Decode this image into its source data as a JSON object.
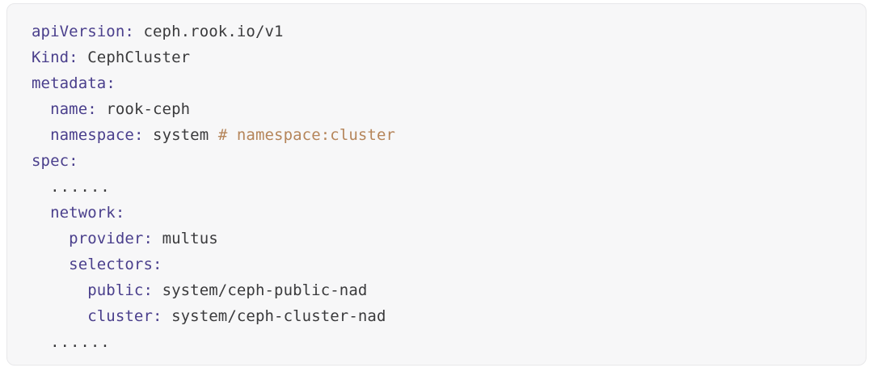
{
  "card": {
    "background_color": "#f7f7f8",
    "border_color": "#e8e8ea"
  },
  "theme": {
    "key_color": "#4a3f8c",
    "value_color": "#3a3a3c",
    "comment_color": "#b5855a"
  },
  "code": {
    "language": "yaml",
    "lines": [
      {
        "indent": "",
        "key": "apiVersion",
        "colon": ":",
        "space": " ",
        "value": "ceph.rook.io/v1",
        "comment": ""
      },
      {
        "indent": "",
        "key": "Kind",
        "colon": ":",
        "space": " ",
        "value": "CephCluster",
        "comment": ""
      },
      {
        "indent": "",
        "key": "metadata",
        "colon": ":",
        "space": "",
        "value": "",
        "comment": ""
      },
      {
        "indent": "  ",
        "key": "name",
        "colon": ":",
        "space": " ",
        "value": "rook-ceph",
        "comment": ""
      },
      {
        "indent": "  ",
        "key": "namespace",
        "colon": ":",
        "space": " ",
        "value": "system ",
        "comment": "# namespace:cluster"
      },
      {
        "indent": "",
        "key": "spec",
        "colon": ":",
        "space": "",
        "value": "",
        "comment": ""
      },
      {
        "indent": "  ",
        "key": "",
        "colon": "",
        "space": "",
        "value": "",
        "comment": "",
        "ellipsis": "......"
      },
      {
        "indent": "  ",
        "key": "network",
        "colon": ":",
        "space": "",
        "value": "",
        "comment": ""
      },
      {
        "indent": "    ",
        "key": "provider",
        "colon": ":",
        "space": " ",
        "value": "multus",
        "comment": ""
      },
      {
        "indent": "    ",
        "key": "selectors",
        "colon": ":",
        "space": "",
        "value": "",
        "comment": ""
      },
      {
        "indent": "      ",
        "key": "public",
        "colon": ":",
        "space": " ",
        "value": "system/ceph-public-nad",
        "comment": ""
      },
      {
        "indent": "      ",
        "key": "cluster",
        "colon": ":",
        "space": " ",
        "value": "system/ceph-cluster-nad",
        "comment": ""
      },
      {
        "indent": "  ",
        "key": "",
        "colon": "",
        "space": "",
        "value": "",
        "comment": "",
        "ellipsis": "......"
      }
    ]
  }
}
